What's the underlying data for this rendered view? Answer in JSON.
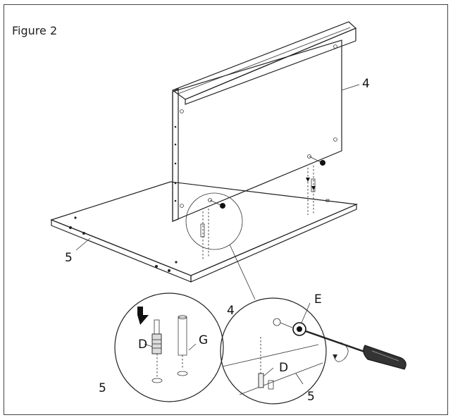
{
  "figure": {
    "title": "Figure 2",
    "labels": {
      "panel": "4",
      "board": "5",
      "detail_left_part": "5",
      "detail_left_dowel": "D",
      "detail_left_pin": "G",
      "detail_right_panel": "4",
      "detail_right_cam": "E",
      "detail_right_dowel": "D",
      "detail_right_part": "5"
    },
    "icons": {
      "down_arrow": "down-arrow-icon",
      "screwdriver": "screwdriver-icon",
      "rotation": "rotation-arrow-icon"
    },
    "colors": {
      "line": "#222222",
      "arrow": "#111111",
      "handle": "#333333"
    }
  }
}
